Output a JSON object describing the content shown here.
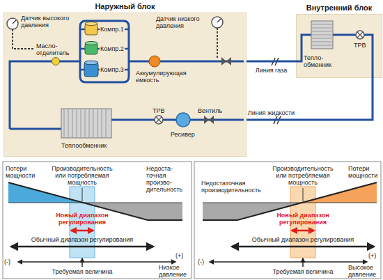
{
  "diagram": {
    "nodes": [
      {
        "text": [
          "Наружный блок"
        ]
      },
      {
        "text": [
          "Внутренний блок"
        ]
      }
    ],
    "edges": [
      {
        "from": 0,
        "to": 1,
        "arrow": "none",
        "label": "Линия газа"
      },
      {
        "from": 0,
        "to": 1,
        "arrow": "none",
        "label": "Линия жидкости"
      }
    ],
    "labels": [
      "Датчик высокого давления",
      "Масло- отделитель",
      "Компр.1",
      "Компр.2",
      "Компр.3",
      "Датчик низкого давления",
      "Аккумулирующая емкость",
      "ТРВ",
      "Вентиль",
      "Теплообменник",
      "Ресивер",
      "Тепло- обменник",
      "ТРВ",
      "Потери мощности",
      "Производительность или потребляемая мощность",
      "Недоста- точная произво- дительность",
      "Новый диапазон регулирования",
      "Обычный диапазон регулирования",
      "(-)",
      "(+)",
      "Требуемая величина",
      "Низкое давление",
      "Производительность или потребляемая мощность",
      "Потери мощности",
      "Недостаточная производительность",
      "Новый диапазон регулирования",
      "Обычный диапазон регулирования",
      "(-)",
      "(+)",
      "Требуемая величина",
      "Высокое давление"
    ]
  }
}
